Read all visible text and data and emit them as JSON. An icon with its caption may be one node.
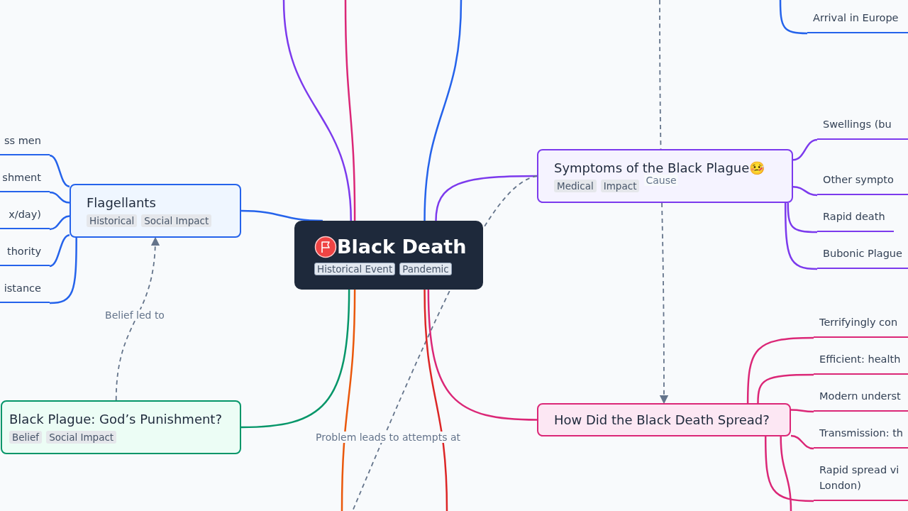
{
  "diagram": {
    "nodes": [
      {
        "text": [
          "Black Death",
          "Historical Event",
          "Pandemic"
        ]
      },
      {
        "text": [
          "Flagellants",
          "Historical",
          "Social Impact"
        ]
      },
      {
        "text": [
          "ss men"
        ]
      },
      {
        "text": [
          "shment"
        ]
      },
      {
        "text": [
          "x/day)"
        ]
      },
      {
        "text": [
          "thority"
        ]
      },
      {
        "text": [
          "istance"
        ]
      },
      {
        "text": [
          "Black Plague: God’s Punishment?",
          "Belief",
          "Social Impact"
        ]
      },
      {
        "text": [
          "Arrival in Europe"
        ]
      },
      {
        "text": [
          "Symptoms of the Black Plague🤒",
          "Medical",
          "Impact"
        ]
      },
      {
        "text": [
          "Swellings (bu"
        ]
      },
      {
        "text": [
          "Other sympto"
        ]
      },
      {
        "text": [
          "Rapid death"
        ]
      },
      {
        "text": [
          "Bubonic Plague"
        ]
      },
      {
        "text": [
          "How Did the Black Death Spread?"
        ]
      },
      {
        "text": [
          "Terrifyingly con"
        ]
      },
      {
        "text": [
          "Efficient: health"
        ]
      },
      {
        "text": [
          "Modern underst"
        ]
      },
      {
        "text": [
          "Transmission: th"
        ]
      },
      {
        "text": [
          "Rapid spread vi London)"
        ]
      }
    ],
    "edges": [
      {
        "from": 0,
        "to": 1,
        "arrow": "none",
        "color": "#2563eb"
      },
      {
        "from": 0,
        "to": 7,
        "arrow": "none",
        "color": "#059669"
      },
      {
        "from": 0,
        "to": 9,
        "arrow": "none",
        "color": "#7c3aed"
      },
      {
        "from": 0,
        "to": 14,
        "arrow": "none",
        "color": "#db2777"
      },
      {
        "from": 1,
        "to": 2,
        "arrow": "none",
        "color": "#2563eb"
      },
      {
        "from": 1,
        "to": 3,
        "arrow": "none",
        "color": "#2563eb"
      },
      {
        "from": 1,
        "to": 4,
        "arrow": "none",
        "color": "#2563eb"
      },
      {
        "from": 1,
        "to": 5,
        "arrow": "none",
        "color": "#2563eb"
      },
      {
        "from": 1,
        "to": 6,
        "arrow": "none",
        "color": "#2563eb"
      },
      {
        "from": 9,
        "to": 10,
        "arrow": "none",
        "color": "#7c3aed"
      },
      {
        "from": 9,
        "to": 11,
        "arrow": "none",
        "color": "#7c3aed"
      },
      {
        "from": 9,
        "to": 12,
        "arrow": "none",
        "color": "#7c3aed"
      },
      {
        "from": 9,
        "to": 13,
        "arrow": "none",
        "color": "#7c3aed"
      },
      {
        "from": 14,
        "to": 15,
        "arrow": "none",
        "color": "#db2777"
      },
      {
        "from": 14,
        "to": 16,
        "arrow": "none",
        "color": "#db2777"
      },
      {
        "from": 14,
        "to": 17,
        "arrow": "none",
        "color": "#db2777"
      },
      {
        "from": 14,
        "to": 18,
        "arrow": "none",
        "color": "#db2777"
      },
      {
        "from": 14,
        "to": 19,
        "arrow": "none",
        "color": "#db2777"
      },
      {
        "from": 7,
        "to": 1,
        "arrow": "to",
        "label": "Belief led to",
        "style": "dashed",
        "color": "#64748b"
      },
      {
        "from": null,
        "to": 14,
        "arrow": "to",
        "label": "Cause",
        "style": "dashed",
        "color": "#64748b"
      },
      {
        "from": 9,
        "to": null,
        "arrow": "none",
        "label": "Problem leads to attempts at",
        "style": "dashed",
        "color": "#64748b"
      },
      {
        "from": null,
        "to": 8,
        "arrow": "none",
        "color": "#2563eb"
      },
      {
        "from": 0,
        "to": null,
        "arrow": "none",
        "color": "#7c3aed"
      },
      {
        "from": 0,
        "to": null,
        "arrow": "none",
        "color": "#db2777"
      },
      {
        "from": 0,
        "to": null,
        "arrow": "none",
        "color": "#2563eb"
      },
      {
        "from": 0,
        "to": null,
        "arrow": "none",
        "color": "#ea580c"
      },
      {
        "from": 0,
        "to": null,
        "arrow": "none",
        "color": "#dc2626"
      },
      {
        "from": 14,
        "to": null,
        "arrow": "none",
        "color": "#db2777"
      }
    ]
  }
}
